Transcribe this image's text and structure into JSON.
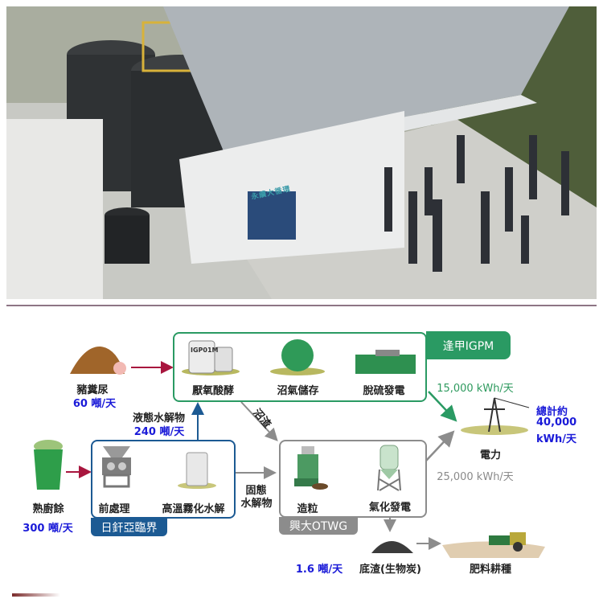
{
  "photo": {
    "alt_panel_text": "永續大循環"
  },
  "diagram": {
    "pig_manure": {
      "label": "豬糞尿",
      "amount": "60 噸/天"
    },
    "kitchen_waste": {
      "label": "熟廚餘",
      "amount": "300 噸/天"
    },
    "liquid_hydrolysate": {
      "label": "液態水解物",
      "amount": "240 噸/天"
    },
    "solid_hydrolysate": {
      "line1": "固態",
      "line2": "水解物"
    },
    "digestate": "沼渣",
    "igpm": {
      "tag": "逢甲IGPM",
      "steps": [
        "厭氧酸酵",
        "沼氣儲存",
        "脫硫發電"
      ],
      "tank_text": "IGP01M"
    },
    "subcritical": {
      "tag": "日釬亞臨界",
      "steps": [
        "前處理",
        "高溫霧化水解"
      ]
    },
    "otwg": {
      "tag": "興大OTWG",
      "steps": [
        "造粒",
        "氣化發電"
      ]
    },
    "power": {
      "label": "電力",
      "igpm_output": "15,000 kWh/天",
      "otwg_output": "25,000 kWh/天",
      "total_line1": "總計約",
      "total_line2": "40,000",
      "total_line3": "kWh/天"
    },
    "residue": {
      "label": "底渣(生物炭)",
      "amount": "1.6 噸/天"
    },
    "fertilizer": {
      "label": "肥料耕種"
    },
    "colors": {
      "igpm_green": "#2a9a63",
      "subcritical_blue": "#1c5a93",
      "otwg_grey": "#8c8c8c",
      "feed_red": "#a8163e",
      "amount_blue": "#1a1ad8"
    }
  }
}
